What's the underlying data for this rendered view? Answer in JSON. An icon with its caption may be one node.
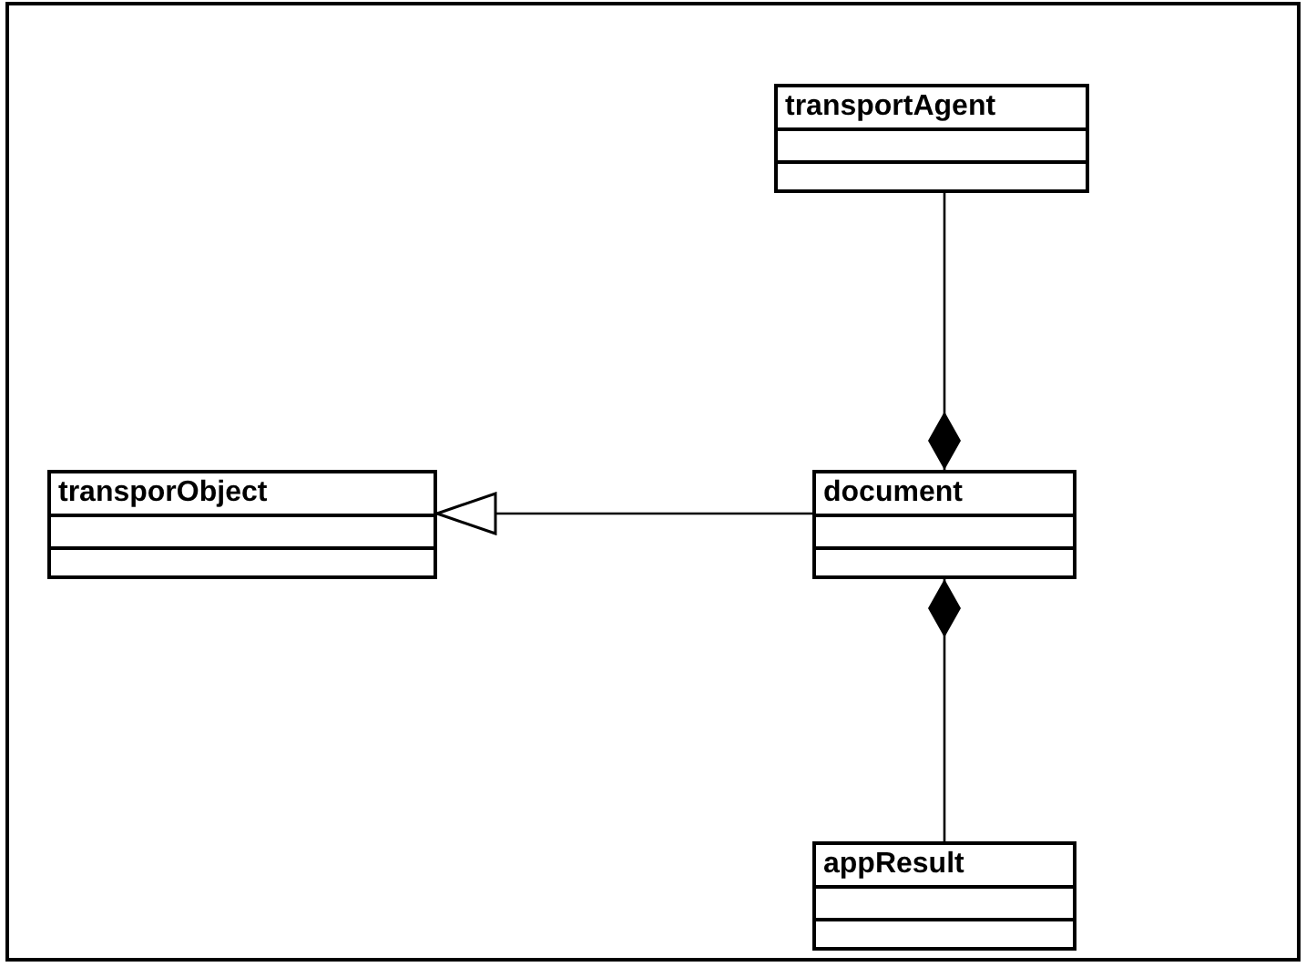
{
  "diagram": {
    "nodes": [
      {
        "text": [
          "transportAgent"
        ]
      },
      {
        "text": [
          "transporObject"
        ]
      },
      {
        "text": [
          "document"
        ]
      },
      {
        "text": [
          "appResult"
        ]
      }
    ],
    "edges": [
      {
        "from": 0,
        "to": 2,
        "arrow": "other"
      },
      {
        "from": 2,
        "to": 1,
        "arrow": "to"
      },
      {
        "from": 3,
        "to": 2,
        "arrow": "other"
      }
    ]
  }
}
